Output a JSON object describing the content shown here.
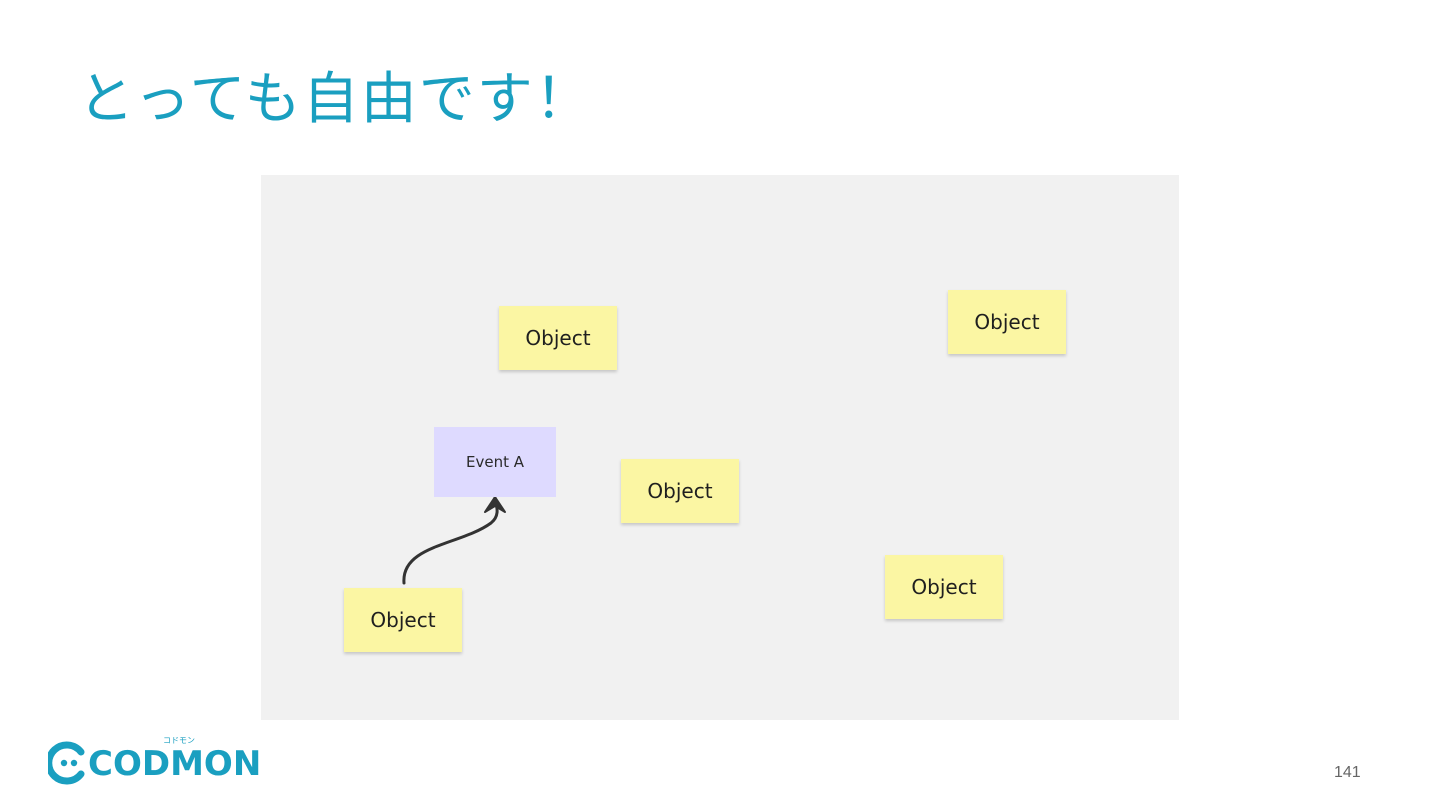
{
  "slide": {
    "title": "とっても自由です！",
    "title_color": "#1a9fc0",
    "page_number": "141"
  },
  "board": {
    "background": "#f1f1f1",
    "sticky_color": "#fbf6a3",
    "event_color": "#dedaff",
    "arrow_color": "#333333",
    "stickies": [
      {
        "label": "Object"
      },
      {
        "label": "Object"
      },
      {
        "label": "Object"
      },
      {
        "label": "Object"
      },
      {
        "label": "Object"
      }
    ],
    "event": {
      "label": "Event A"
    },
    "connector": {
      "from": "sticky-object-bottom-left",
      "to": "event-a",
      "style": "curved-arrow"
    }
  },
  "logo": {
    "text": "CODMON",
    "kana": "コドモン",
    "color": "#1a9fc0"
  }
}
